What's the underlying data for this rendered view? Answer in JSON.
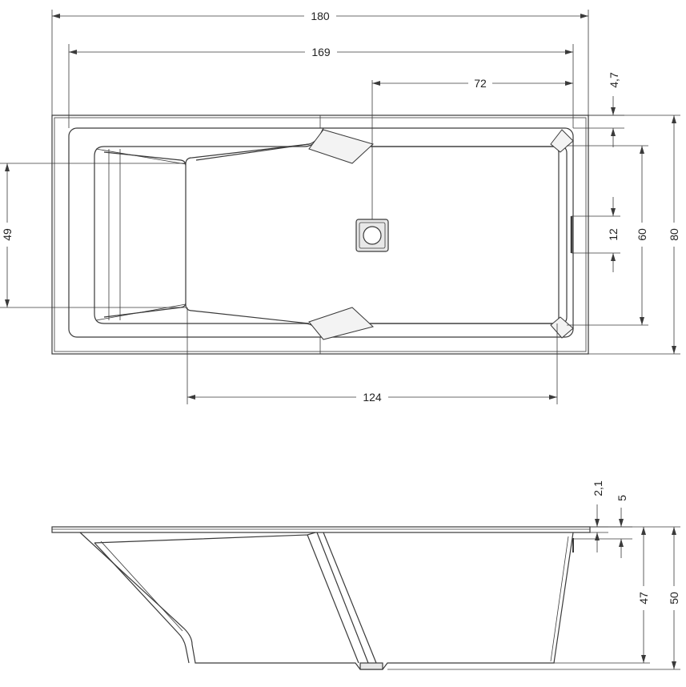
{
  "dimensions": {
    "overall_length": "180",
    "inner_length": "169",
    "drain_offset": "72",
    "rim_top": "4,7",
    "overall_width": "80",
    "inner_width": "60",
    "drain_size": "12",
    "backrest_width": "49",
    "floor_length": "124",
    "rim_thickness": "2,1",
    "rim_step": "5",
    "inner_depth": "47",
    "overall_depth": "50"
  }
}
